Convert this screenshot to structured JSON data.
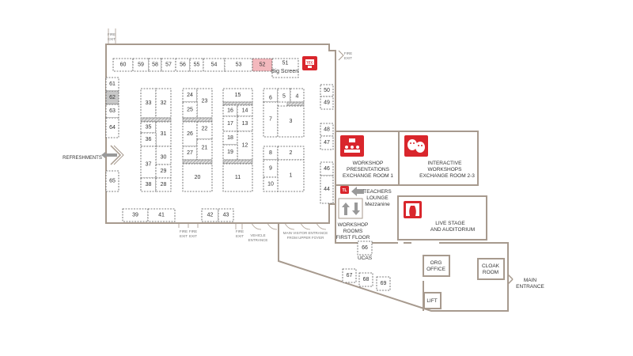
{
  "booths": [
    {
      "id": "60",
      "fill": "plain"
    },
    {
      "id": "59",
      "fill": "plain"
    },
    {
      "id": "58",
      "fill": "plain"
    },
    {
      "id": "57",
      "fill": "plain"
    },
    {
      "id": "56",
      "fill": "plain"
    },
    {
      "id": "55",
      "fill": "plain"
    },
    {
      "id": "54",
      "fill": "plain"
    },
    {
      "id": "53",
      "fill": "plain"
    },
    {
      "id": "52",
      "fill": "pink"
    },
    {
      "id": "51",
      "fill": "plain"
    },
    {
      "id": "61",
      "fill": "plain"
    },
    {
      "id": "62",
      "fill": "grey"
    },
    {
      "id": "63",
      "fill": "plain"
    },
    {
      "id": "64",
      "fill": "plain"
    },
    {
      "id": "65",
      "fill": "plain"
    },
    {
      "id": "33",
      "fill": "plain"
    },
    {
      "id": "32",
      "fill": "plain"
    },
    {
      "id": "35",
      "fill": "plain"
    },
    {
      "id": "31",
      "fill": "plain"
    },
    {
      "id": "36",
      "fill": "plain"
    },
    {
      "id": "30",
      "fill": "plain"
    },
    {
      "id": "37",
      "fill": "plain"
    },
    {
      "id": "29",
      "fill": "plain"
    },
    {
      "id": "38",
      "fill": "plain"
    },
    {
      "id": "28",
      "fill": "plain"
    },
    {
      "id": "24",
      "fill": "plain"
    },
    {
      "id": "23",
      "fill": "plain"
    },
    {
      "id": "25",
      "fill": "plain"
    },
    {
      "id": "26",
      "fill": "plain"
    },
    {
      "id": "22",
      "fill": "plain"
    },
    {
      "id": "27",
      "fill": "plain"
    },
    {
      "id": "21",
      "fill": "plain"
    },
    {
      "id": "20",
      "fill": "plain"
    },
    {
      "id": "15",
      "fill": "plain"
    },
    {
      "id": "16",
      "fill": "plain"
    },
    {
      "id": "14",
      "fill": "plain"
    },
    {
      "id": "17",
      "fill": "plain"
    },
    {
      "id": "13",
      "fill": "plain"
    },
    {
      "id": "18",
      "fill": "plain"
    },
    {
      "id": "12",
      "fill": "plain"
    },
    {
      "id": "19",
      "fill": "plain"
    },
    {
      "id": "11",
      "fill": "plain"
    },
    {
      "id": "6",
      "fill": "plain"
    },
    {
      "id": "5",
      "fill": "plain"
    },
    {
      "id": "4",
      "fill": "plain"
    },
    {
      "id": "7",
      "fill": "plain"
    },
    {
      "id": "3",
      "fill": "plain"
    },
    {
      "id": "8",
      "fill": "plain"
    },
    {
      "id": "2",
      "fill": "plain"
    },
    {
      "id": "9",
      "fill": "plain"
    },
    {
      "id": "1",
      "fill": "plain"
    },
    {
      "id": "10",
      "fill": "plain"
    },
    {
      "id": "50",
      "fill": "plain"
    },
    {
      "id": "49",
      "fill": "plain"
    },
    {
      "id": "48",
      "fill": "plain"
    },
    {
      "id": "47",
      "fill": "plain"
    },
    {
      "id": "46",
      "fill": "plain"
    },
    {
      "id": "44",
      "fill": "plain"
    },
    {
      "id": "39",
      "fill": "plain"
    },
    {
      "id": "41",
      "fill": "plain"
    },
    {
      "id": "42",
      "fill": "plain"
    },
    {
      "id": "43",
      "fill": "plain"
    },
    {
      "id": "66",
      "fill": "plain"
    },
    {
      "id": "67",
      "fill": "plain"
    },
    {
      "id": "68",
      "fill": "plain"
    },
    {
      "id": "69",
      "fill": "plain"
    }
  ],
  "labels": {
    "big_screen": "Big Screen",
    "refreshments": "REFRESHMENTS",
    "workshop_presentations": [
      "WORKSHOP",
      "PRESENTATIONS",
      "EXCHANGE ROOM 1"
    ],
    "interactive_workshops": [
      "INTERACTIVE",
      "WORKSHOPS",
      "EXCHANGE ROOM 2-3"
    ],
    "teachers_lounge": [
      "TEACHERS",
      "LOUNGE",
      "Mezzanine"
    ],
    "teachers_lounge_icon": "TL",
    "workshop_rooms": [
      "WORKSHOP",
      "ROOMS",
      "FIRST FLOOR"
    ],
    "live_stage": [
      "LIVE STAGE",
      "AND AUDITORIUM"
    ],
    "ucas": "UCAS",
    "org_office": [
      "ORG",
      "OFFICE"
    ],
    "cloak_room": [
      "CLOAK",
      "ROOM"
    ],
    "lift": "LIFT",
    "main_entrance": [
      "MAIN",
      "ENTRANCE"
    ],
    "fire_exit_top": [
      "FIRE",
      "EXIT"
    ],
    "fire_exit_right": [
      "FIRE",
      "EXIT"
    ],
    "fire_exit_bottom_1": [
      "FIRE",
      "EXIT"
    ],
    "fire_exit_bottom_2": [
      "FIRE",
      "EXIT"
    ],
    "fire_exit_bottom_3": [
      "FIRE",
      "EXIT"
    ],
    "vehicle_entrance": [
      "VEHICLE",
      "ENTRANCE"
    ],
    "main_visitor_entrance": [
      "MAIN VISITOR ENTRANCE",
      "FROM UPPER FOYER"
    ]
  },
  "icons": [
    "tec-screen-icon",
    "presenter-audience-icon",
    "theatre-masks-icon",
    "stage-curtains-icon",
    "teachers-lounge-icon",
    "up-down-stairs-icon",
    "left-arrow-icon",
    "refreshments-arrow-icon"
  ],
  "colors": {
    "wall": "#a79a8e",
    "icon_red": "#d9262c",
    "booth_pink": "#f3b8bd",
    "booth_grey": "#c8c8c8"
  }
}
